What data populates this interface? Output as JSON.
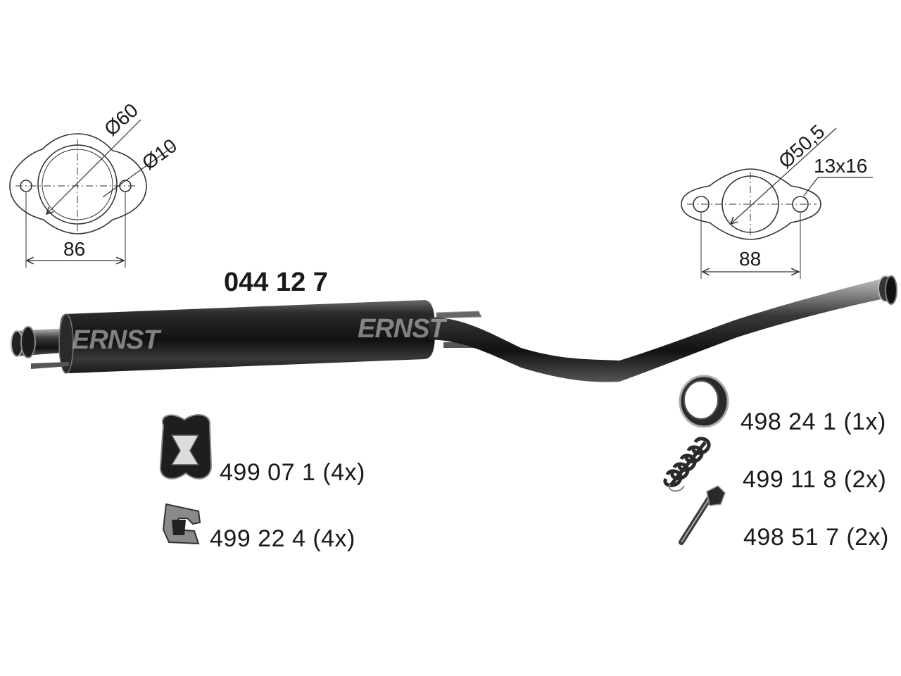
{
  "main_part": {
    "code": "044 12 7"
  },
  "brand": {
    "logo_text": "ERNST"
  },
  "flange_left": {
    "outer_diameter": "Ø60",
    "hole_diameter": "Ø10",
    "width": "86"
  },
  "flange_right": {
    "outer_diameter": "Ø50,5",
    "hole_size": "13x16",
    "width": "88"
  },
  "accessories": [
    {
      "code": "499 07 1",
      "qty": "(4x)",
      "icon": "rubber-hanger"
    },
    {
      "code": "499 22 4",
      "qty": "(4x)",
      "icon": "clamp-clip"
    },
    {
      "code": "498 24 1",
      "qty": "(1x)",
      "icon": "sealing-ring"
    },
    {
      "code": "499 11 8",
      "qty": "(2x)",
      "icon": "spring"
    },
    {
      "code": "498 51 7",
      "qty": "(2x)",
      "icon": "bolt"
    }
  ],
  "colors": {
    "pipe_dark": "#1c1c1c",
    "pipe_highlight": "#9a9a9a",
    "line": "#333333"
  }
}
